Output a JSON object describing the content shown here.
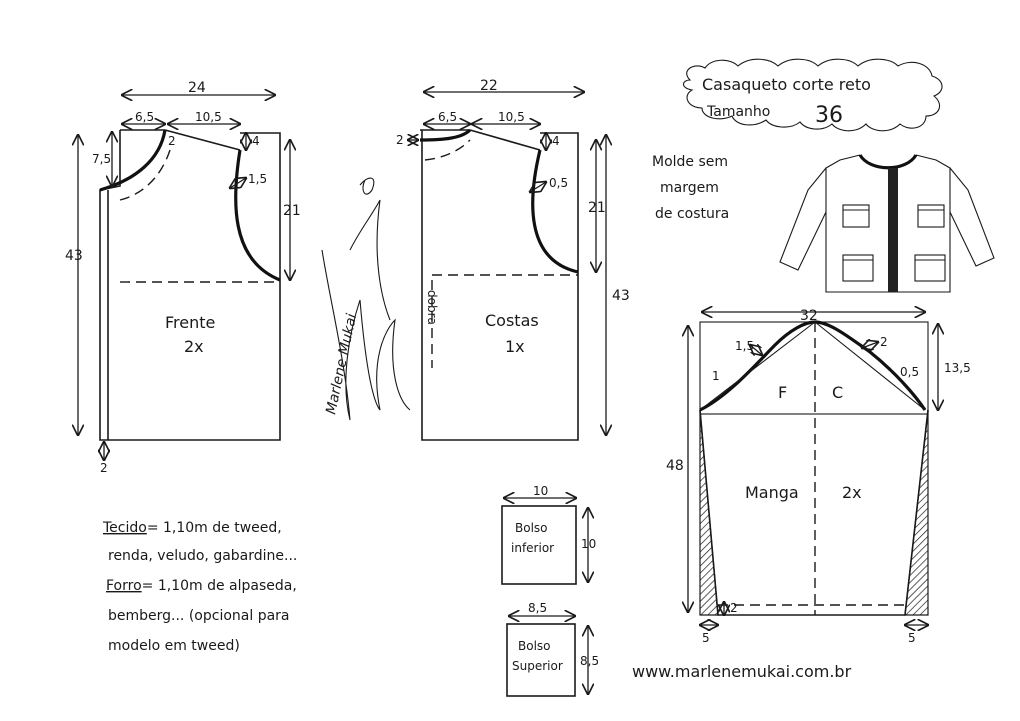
{
  "colors": {
    "ink": "#1a1a1a",
    "paper": "#ffffff"
  },
  "title": {
    "line1": "Casaqueto corte reto",
    "line2": "Tamanho",
    "size": "36"
  },
  "note": {
    "line1": "Molde sem",
    "line2": "margem",
    "line3": "de costura"
  },
  "front": {
    "label": "Frente",
    "count": "2x",
    "dims": {
      "width": "24",
      "neck_w": "6,5",
      "shoulder_w": "10,5",
      "neck_h": "7,5",
      "shoulder_drop": "4",
      "neck_curve": "2",
      "armhole": "1,5",
      "armhole_h": "21",
      "height": "43",
      "ext": "2"
    }
  },
  "back": {
    "label": "Costas",
    "count": "1x",
    "fold": "dobra",
    "dims": {
      "width": "22",
      "neck_w": "6,5",
      "shoulder_w": "10,5",
      "neck_h": "2",
      "shoulder_drop": "4",
      "armhole": "0,5",
      "armhole_h": "21",
      "height": "43"
    }
  },
  "signature": "Marlene Mukai",
  "sleeve": {
    "label": "Manga",
    "count": "2x",
    "front_letter": "F",
    "back_letter": "C",
    "dims": {
      "width": "32",
      "curve_f": "1,5",
      "curve_c": "2",
      "curve_f2": "1",
      "curve_c2": "0,5",
      "cap_h": "13,5",
      "height": "48",
      "hem": "2",
      "taper_l": "5",
      "taper_r": "5"
    }
  },
  "pocket_lower": {
    "line1": "Bolso",
    "line2": "inferior",
    "w": "10",
    "h": "10"
  },
  "pocket_upper": {
    "line1": "Bolso",
    "line2": "Superior",
    "w": "8,5",
    "h": "8,5"
  },
  "fabric": {
    "line1_a": "Tecido",
    "line1_b": "= 1,10m de tweed,",
    "line2": "renda, veludo, gabardine...",
    "line3_a": "Forro",
    "line3_b": "= 1,10m de alpaseda,",
    "line4": "bemberg... (opcional para",
    "line5": "modelo em tweed)"
  },
  "website": "www.marlenemukai.com.br"
}
